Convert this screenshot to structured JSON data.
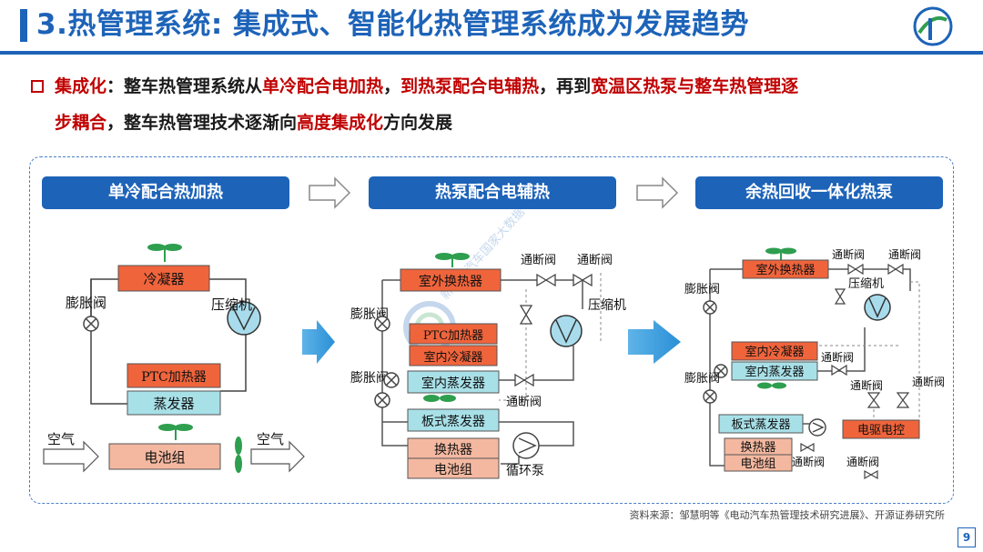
{
  "header": {
    "title": "3.热管理系统: 集成式、智能化热管理系统成为发展趋势"
  },
  "colors": {
    "brand_blue": "#1d63b8",
    "highlight_red": "#c00000",
    "block_orange": "#f0643c",
    "block_teal": "#a8e0e8",
    "block_pink": "#f4b8a0"
  },
  "intro": {
    "label": "集成化",
    "colon": "：",
    "seg1": "整车热管理系统从",
    "hl1": "单冷配合电加热",
    "seg2": "，",
    "hl2": "到热泵配合电辅热",
    "seg3": "，再到",
    "hl3": "宽温区热泵与整车热管理逐",
    "hl4": "步耦合",
    "seg4": "，整车热管理技术逐渐向",
    "hl5": "高度集成化",
    "seg5": "方向发展"
  },
  "steps": [
    {
      "label": "单冷配合热加热"
    },
    {
      "label": "热泵配合电辅热"
    },
    {
      "label": "余热回收一体化热泵"
    }
  ],
  "diagram1": {
    "condenser": "冷凝器",
    "expansion_valve": "膨胀阀",
    "compressor": "压缩机",
    "ptc_heater": "PTC加热器",
    "evaporator": "蒸发器",
    "air_in": "空气",
    "battery": "电池组",
    "air_out": "空气"
  },
  "diagram2": {
    "outdoor_hx": "室外换热器",
    "valve_a": "通断阀",
    "valve_b": "通断阀",
    "expansion_valve_1": "膨胀阀",
    "compressor": "压缩机",
    "ptc_heater": "PTC加热器",
    "indoor_condenser": "室内冷凝器",
    "indoor_evaporator": "室内蒸发器",
    "valve_c": "通断阀",
    "expansion_valve_2": "膨胀阀",
    "plate_evaporator": "板式蒸发器",
    "heat_exchanger": "换热器",
    "battery": "电池组",
    "pump": "循环泵"
  },
  "diagram3": {
    "outdoor_hx": "室外换热器",
    "valve_a": "通断阀",
    "valve_b": "通断阀",
    "expansion_valve_1": "膨胀阀",
    "compressor": "压缩机",
    "indoor_condenser": "室内冷凝器",
    "indoor_evaporator": "室内蒸发器",
    "valve_c": "通断阀",
    "expansion_valve_2": "膨胀阀",
    "valve_d": "通断阀",
    "valve_e": "通断阀",
    "plate_evaporator": "板式蒸发器",
    "motor_control": "电驱电控",
    "heat_exchanger": "换热器",
    "battery": "电池组",
    "valve_f": "通断阀",
    "valve_g": "通断阀"
  },
  "watermark": "新能源汽车国家大数据",
  "footer": {
    "source": "资料来源：邹慧明等《电动汽车热管理技术研究进展》、开源证券研究所",
    "page": "9"
  }
}
